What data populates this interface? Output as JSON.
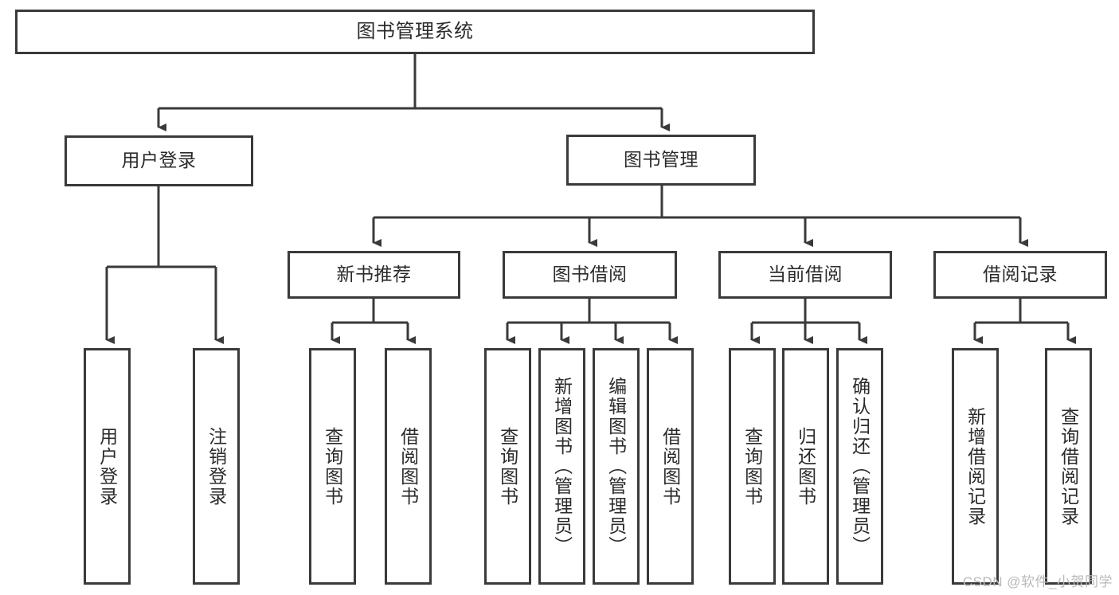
{
  "diagram": {
    "title": "图书管理系统",
    "watermark": "CSDN @软件_小贺同学",
    "line_color": "#3a3a3a",
    "box_fill": "#ffffff",
    "text_color": "#2b2b2b",
    "watermark_color": "#b9b9b9"
  },
  "nodes": {
    "root": {
      "label": "图书管理系统"
    },
    "level2": [
      {
        "label": "用户登录"
      },
      {
        "label": "图书管理"
      }
    ],
    "level3": [
      {
        "label": "新书推荐"
      },
      {
        "label": "图书借阅"
      },
      {
        "label": "当前借阅"
      },
      {
        "label": "借阅记录"
      }
    ],
    "leaves": {
      "user_login": [
        {
          "label": "用户登录"
        },
        {
          "label": "注销登录"
        }
      ],
      "new_book_recommend": [
        {
          "label": "查询图书"
        },
        {
          "label": "借阅图书"
        }
      ],
      "book_borrow": [
        {
          "label": "查询图书"
        },
        {
          "label": "新增图书（管理员）"
        },
        {
          "label": "编辑图书（管理员）"
        },
        {
          "label": "借阅图书"
        }
      ],
      "current_borrow": [
        {
          "label": "查询图书"
        },
        {
          "label": "归还图书"
        },
        {
          "label": "确认归还（管理员）"
        }
      ],
      "borrow_record": [
        {
          "label": "新增借阅记录"
        },
        {
          "label": "查询借阅记录"
        }
      ]
    }
  }
}
